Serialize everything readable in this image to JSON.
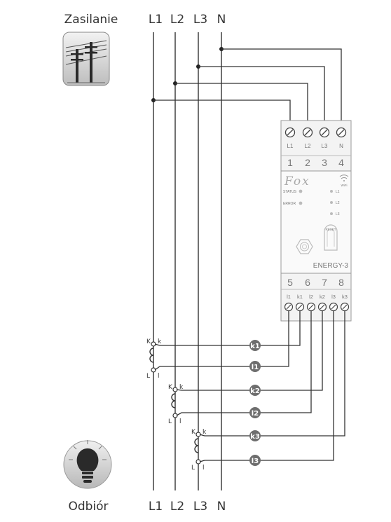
{
  "top": {
    "supply_label": "Zasilanie",
    "lines": [
      "L1",
      "L2",
      "L3",
      "N"
    ]
  },
  "bottom": {
    "load_label": "Odbiór",
    "lines": [
      "L1",
      "L2",
      "L3",
      "N"
    ]
  },
  "device": {
    "top_terminal_labels": [
      "L1",
      "L2",
      "L3",
      "N"
    ],
    "top_terminal_numbers": [
      "1",
      "2",
      "3",
      "4"
    ],
    "brand": "Fox",
    "wifi_label": "WiFi",
    "status_label": "STATUS",
    "error_label": "ERROR",
    "phase_leds": [
      "L1",
      "L2",
      "L3"
    ],
    "reset_label": "RESET",
    "model": "ENERGY-3",
    "bottom_terminal_numbers": [
      "5",
      "6",
      "7",
      "8"
    ],
    "bottom_terminal_labels": [
      "l1",
      "k1",
      "l2",
      "k2",
      "l3",
      "k3"
    ]
  },
  "ct_tags": [
    "k1",
    "l1",
    "k2",
    "l2",
    "k3",
    "l3"
  ],
  "ct_sensors": [
    {
      "K": "K",
      "k": "k",
      "L": "L",
      "l": "l"
    },
    {
      "K": "K",
      "k": "k",
      "L": "L",
      "l": "l"
    },
    {
      "K": "K",
      "k": "k",
      "L": "L",
      "l": "l"
    }
  ]
}
